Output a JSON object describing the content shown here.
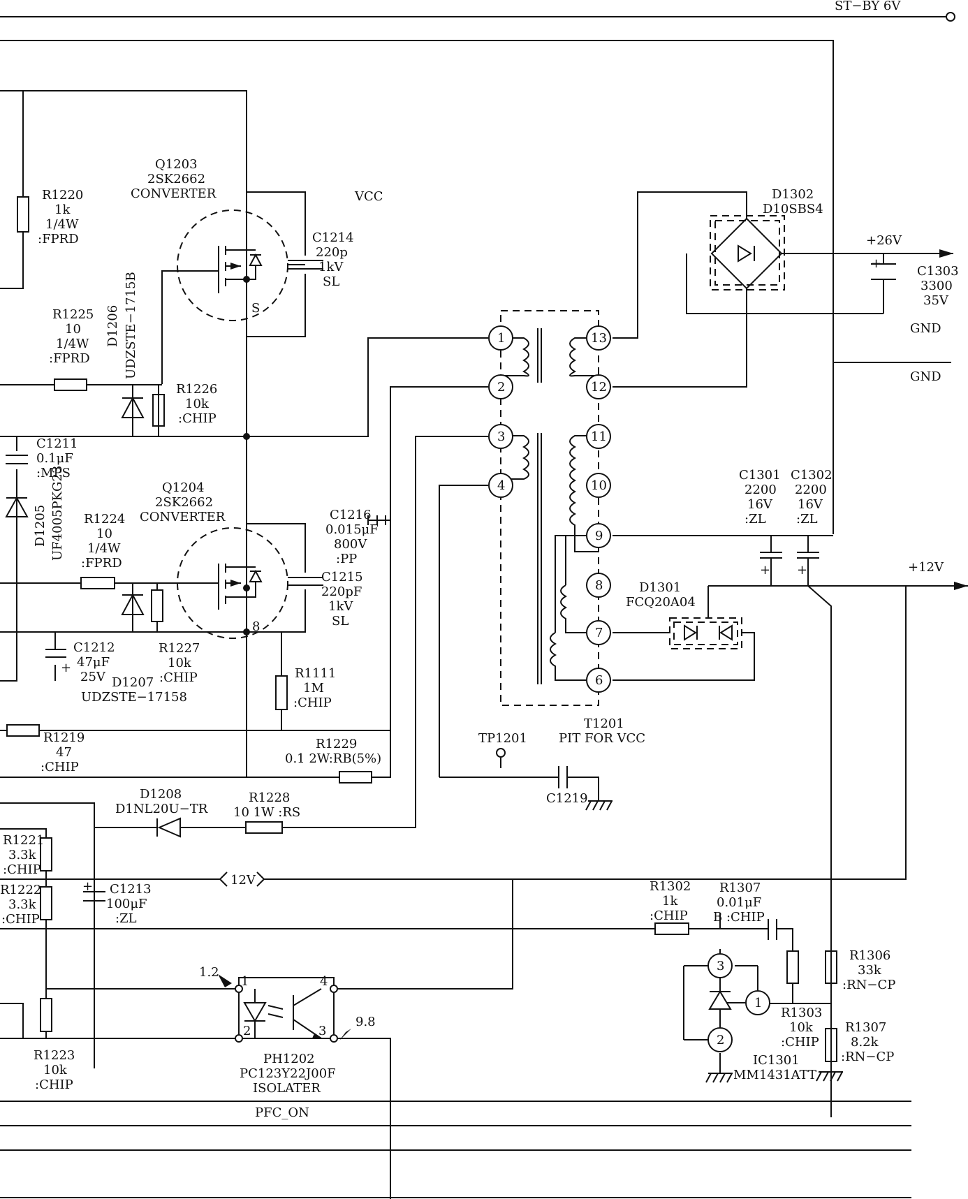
{
  "nets": {
    "st_by": "ST−BY 6V",
    "vcc": "VCC",
    "v26": "+26V",
    "gnd1": "GND",
    "gnd2": "GND",
    "v12": "+12V",
    "v12_bus": "12V",
    "pfc_on": "PFC_ON"
  },
  "components": {
    "q1203": [
      "Q1203",
      "2SK2662",
      "CONVERTER"
    ],
    "q1204": [
      "Q1204",
      "2SK2662",
      "CONVERTER"
    ],
    "q_s_label": "S",
    "q_8_label": "8",
    "r1220": [
      "R1220",
      "1k",
      "1/4W",
      ":FPRD"
    ],
    "r1225": [
      "R1225",
      "10",
      "1/4W",
      ":FPRD"
    ],
    "d1206": "D1206",
    "d1206_part": "UDZSTE−1715B",
    "r1226": [
      "R1226",
      "10k",
      ":CHIP"
    ],
    "c1211": [
      "C1211",
      "0.1μF",
      ":MPS"
    ],
    "d1205": "D1205",
    "d1205_part": "UF4005PKG23",
    "r1224": [
      "R1224",
      "10",
      "1/4W",
      ":FPRD"
    ],
    "c1214": [
      "C1214",
      "220p",
      "1kV",
      "SL"
    ],
    "c1216": [
      "C1216",
      "0.015μF",
      "800V",
      ":PP"
    ],
    "c1215": [
      "C1215",
      "220pF",
      "1kV",
      "SL"
    ],
    "c1212": [
      "C1212",
      "47μF",
      "25V"
    ],
    "r1227": [
      "R1227",
      "10k",
      ":CHIP"
    ],
    "d1207": [
      "D1207",
      "UDZSTE−17158"
    ],
    "r1111": [
      "R1111",
      "1M",
      ":CHIP"
    ],
    "r1219": [
      "R1219",
      "47",
      ":CHIP"
    ],
    "r1229": [
      "R1229",
      "0.1 2W:RB(5%)"
    ],
    "d1208": [
      "D1208",
      "D1NL20U−TR"
    ],
    "r1228": [
      "R1228",
      "10 1W  :RS"
    ],
    "r1221": [
      "R1221",
      "3.3k",
      ":CHIP"
    ],
    "r1222": [
      "R1222",
      "3.3k",
      ":CHIP"
    ],
    "c1213": [
      "C1213",
      "100μF",
      ":ZL"
    ],
    "r1223": [
      "R1223",
      "10k",
      ":CHIP"
    ],
    "ph1202": [
      "PH1202",
      "PC123Y22J00F",
      "ISOLATER"
    ],
    "ph_v1": "1.2",
    "ph_v2": "9.8",
    "t1201": [
      "T1201",
      "PIT FOR VCC"
    ],
    "tp1201": "TP1201",
    "c1219": "C1219",
    "d1302": [
      "D1302",
      "D10SBS4"
    ],
    "c1303": [
      "C1303",
      "3300",
      "35V"
    ],
    "c1301": [
      "C1301",
      "2200",
      "16V",
      ":ZL"
    ],
    "c1302": [
      "C1302",
      "2200",
      "16V",
      ":ZL"
    ],
    "d1301": [
      "D1301",
      "FCQ20A04"
    ],
    "r1302": [
      "R1302",
      "1k",
      ":CHIP"
    ],
    "r1307a": [
      "R1307",
      "0.01μF",
      "B :CHIP"
    ],
    "r1306": [
      "R1306",
      "33k",
      ":RN−CP"
    ],
    "r1303": [
      "R1303",
      "10k",
      ":CHIP"
    ],
    "r1307b": [
      "R1307",
      "8.2k",
      ":RN−CP"
    ],
    "ic1301": [
      "IC1301",
      "MM1431ATT"
    ]
  },
  "pins": {
    "transformer": [
      "1",
      "2",
      "3",
      "4",
      "13",
      "12",
      "11",
      "10",
      "9",
      "8",
      "7",
      "6"
    ],
    "ph1202": [
      "1",
      "2",
      "4",
      "3"
    ],
    "ic1301": [
      "3",
      "1",
      "2"
    ]
  }
}
